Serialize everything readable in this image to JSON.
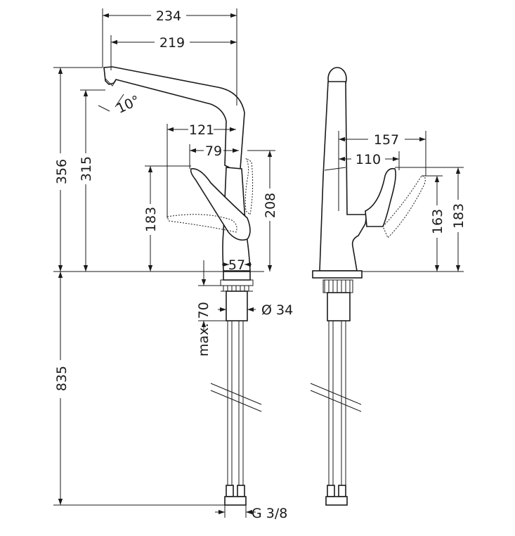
{
  "dimensions": {
    "d234": "234",
    "d219": "219",
    "d10": "10°",
    "d356": "356",
    "d315": "315",
    "d121": "121",
    "d79": "79",
    "d183_left": "183",
    "d208": "208",
    "d57": "57",
    "d70": "max. 70",
    "d34": "Ø 34",
    "d835": "835",
    "dG": "G 3/8",
    "d157": "157",
    "d110": "110",
    "d163": "163",
    "d183_right": "183"
  }
}
